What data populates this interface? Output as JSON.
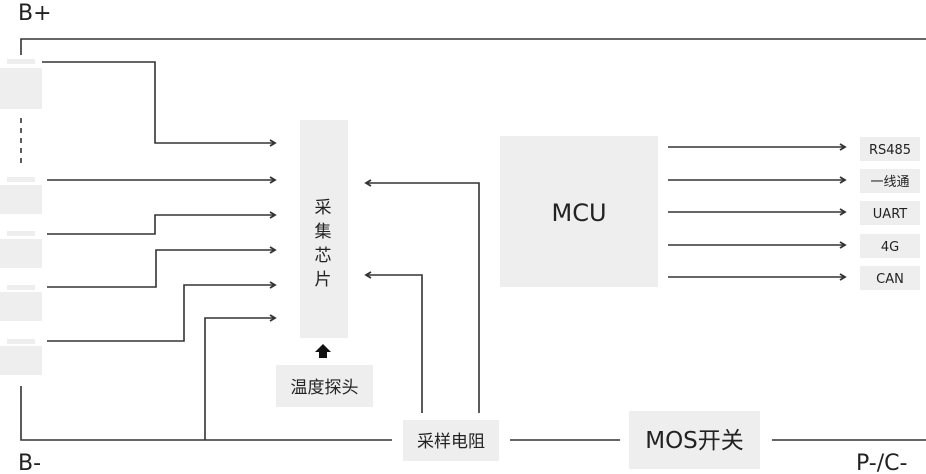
{
  "terminals": {
    "b_plus": "B+",
    "b_minus": "B-",
    "p_c_minus": "P-/C-"
  },
  "blocks": {
    "acquisition_chip": [
      "采",
      "集",
      "芯",
      "片"
    ],
    "temperature_probe": "温度探头",
    "sampling_resistor": "采样电阻",
    "mos_switch": "MOS开关",
    "mcu": "MCU"
  },
  "interfaces": [
    "RS485",
    "一线通",
    "UART",
    "4G",
    "CAN"
  ],
  "colors": {
    "line": "#333333",
    "box": "#eeeeee",
    "text": "#222222"
  }
}
